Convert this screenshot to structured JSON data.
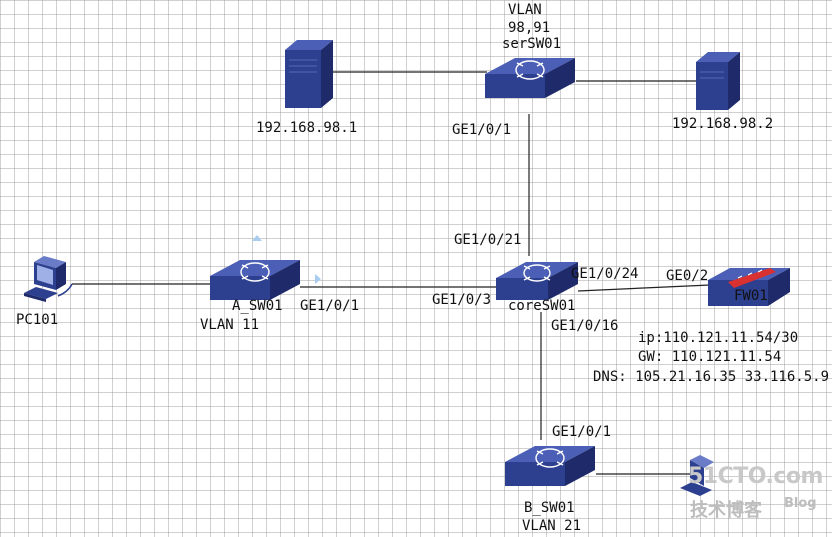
{
  "labels": {
    "vlan_top_1": "VLAN",
    "vlan_top_2": "98,91",
    "ser_sw": "serSW01",
    "server1_ip": "192.168.98.1",
    "server2_ip": "192.168.98.2",
    "port_ser_ge101": "GE1/0/1",
    "port_core_ge1021": "GE1/0/21",
    "port_core_ge1024": "GE1/0/24",
    "port_fw_ge02": "GE0/2",
    "fw_name": "FW01",
    "pc_name": "PC101",
    "a_sw": "A_SW01",
    "a_vlan": "VLAN 11",
    "port_a_ge101": "GE1/0/1",
    "port_core_ge103": "GE1/0/3",
    "core_sw": "coreSW01",
    "port_core_ge1016": "GE1/0/16",
    "fw_ip": "ip:110.121.11.54/30",
    "fw_gw": "GW: 110.121.11.54",
    "fw_dns": "DNS: 105.21.16.35 33.116.5.9",
    "port_b_ge101": "GE1/0/1",
    "b_sw": "B_SW01",
    "b_vlan": "VLAN 21"
  },
  "watermark": {
    "brand": "51CTO.com",
    "sub": "技术博客",
    "blog": "Blog"
  },
  "colors": {
    "device_blue": "#2d3f8f",
    "device_top": "#4a5fb5",
    "firewall_red": "#d93030",
    "link": "#222222"
  }
}
